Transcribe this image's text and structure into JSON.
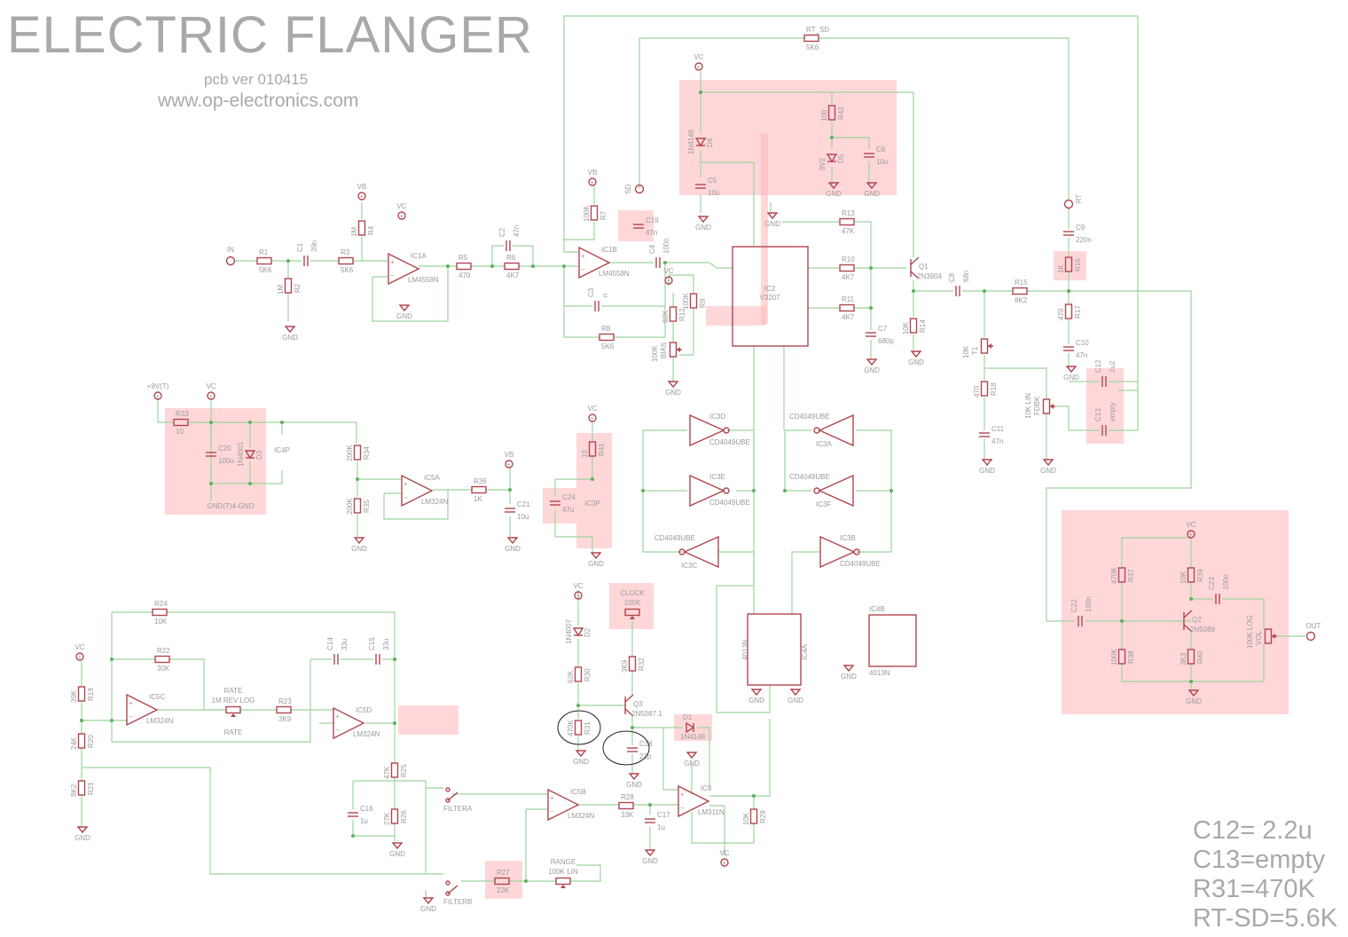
{
  "header": {
    "title": "ELECTRIC FLANGER",
    "pcb_version": "pcb ver 010415",
    "website": "www.op-electronics.com"
  },
  "notes": [
    "C12= 2.2u",
    "C13=empty",
    "R31=470K",
    "RT-SD=5.6K"
  ],
  "net_labels": {
    "gnd": "GND",
    "vc": "VC",
    "vb": "VB",
    "v9t": "+9V(T)",
    "gnd_t": "GND(T)4-GND"
  },
  "terminals": {
    "in": "IN",
    "sd": "SD",
    "rt": "RT",
    "out": "OUT"
  },
  "colors": {
    "wire": "#9ed49e",
    "component": "#b0464e",
    "highlight": "#ffb6b9",
    "text": "#9a9a9a"
  },
  "components": {
    "R1": {
      "ref": "R1",
      "value": "5K6"
    },
    "C1": {
      "ref": "C1",
      "value": "39n"
    },
    "R3": {
      "ref": "R3",
      "value": "5K6"
    },
    "R2": {
      "ref": "R2",
      "value": "1M"
    },
    "R4": {
      "ref": "R4",
      "value": "1M"
    },
    "IC1A": {
      "ref": "IC1A",
      "value": "LM4558N"
    },
    "R5": {
      "ref": "R5",
      "value": "470"
    },
    "R6": {
      "ref": "R6",
      "value": "4K7"
    },
    "C2": {
      "ref": "C2",
      "value": "47n"
    },
    "IC1B": {
      "ref": "IC1B",
      "value": "LM4558N"
    },
    "R7": {
      "ref": "R7",
      "value": "100K"
    },
    "C3": {
      "ref": "C3",
      "value": "n"
    },
    "R8": {
      "ref": "R8",
      "value": "5K6"
    },
    "C4": {
      "ref": "C4",
      "value": "100n"
    },
    "C19": {
      "ref": "C19",
      "value": "47n"
    },
    "D4": {
      "ref": "D4",
      "value": "1N4148"
    },
    "C5": {
      "ref": "C5",
      "value": "10u"
    },
    "R42": {
      "ref": "R42",
      "value": "100"
    },
    "D5": {
      "ref": "D5",
      "value": "8V2"
    },
    "C6": {
      "ref": "C6",
      "value": "10u"
    },
    "IC2": {
      "ref": "IC2",
      "value": "V3207"
    },
    "R13": {
      "ref": "R13",
      "value": "47K"
    },
    "R10": {
      "ref": "R10",
      "value": "4K7"
    },
    "R11": {
      "ref": "R11",
      "value": "4K7"
    },
    "C7": {
      "ref": "C7",
      "value": "680p"
    },
    "Q1": {
      "ref": "Q1",
      "value": "2N3904"
    },
    "R14": {
      "ref": "R14",
      "value": "10K"
    },
    "R12": {
      "ref": "R12",
      "value": "82K"
    },
    "R9": {
      "ref": "R9",
      "value": "100K"
    },
    "BIAS": {
      "ref": "BIAS",
      "value": "100K"
    },
    "C8": {
      "ref": "C8",
      "value": "68n"
    },
    "R15": {
      "ref": "R15",
      "value": "8K2"
    },
    "C9": {
      "ref": "C9",
      "value": "220n"
    },
    "R16": {
      "ref": "R16",
      "value": "1K"
    },
    "R17": {
      "ref": "R17",
      "value": "470"
    },
    "C10": {
      "ref": "C10",
      "value": "47n"
    },
    "T1": {
      "ref": "T1",
      "value": "10K"
    },
    "R18": {
      "ref": "R18",
      "value": "470"
    },
    "C11": {
      "ref": "C11",
      "value": "47n"
    },
    "FDBK": {
      "ref": "FDBK",
      "value": "10K LIN"
    },
    "C12": {
      "ref": "C12",
      "value": "2u2"
    },
    "C13": {
      "ref": "C13",
      "value": "empty"
    },
    "RT_SD": {
      "ref": "RT_SD",
      "value": "5K6"
    },
    "C22": {
      "ref": "C22",
      "value": "100n"
    },
    "R37": {
      "ref": "R37",
      "value": "470K"
    },
    "R38": {
      "ref": "R38",
      "value": "100K"
    },
    "R39": {
      "ref": "R39",
      "value": "10K"
    },
    "R40": {
      "ref": "R40",
      "value": "3K3"
    },
    "Q2": {
      "ref": "Q2",
      "value": "2N5088"
    },
    "C23": {
      "ref": "C23",
      "value": "100n"
    },
    "VOL": {
      "ref": "VOL",
      "value": "100K LOG"
    },
    "R33": {
      "ref": "R33",
      "value": "10"
    },
    "C20": {
      "ref": "C20",
      "value": "100u"
    },
    "D3": {
      "ref": "D3",
      "value": "1N4001"
    },
    "IC4P": {
      "ref": "IC4P",
      "value": ""
    },
    "R34": {
      "ref": "R34",
      "value": "200K"
    },
    "R35": {
      "ref": "R35",
      "value": "200K"
    },
    "IC5A": {
      "ref": "IC5A",
      "value": "LM324N"
    },
    "R36": {
      "ref": "R36",
      "value": "1K"
    },
    "C21": {
      "ref": "C21",
      "value": "10u"
    },
    "C24": {
      "ref": "C24",
      "value": "47u"
    },
    "R41": {
      "ref": "R41",
      "value": "10"
    },
    "IC3P": {
      "ref": "IC3P",
      "value": ""
    },
    "IC3D": {
      "ref": "IC3D",
      "value": "CD4049UBE"
    },
    "IC3A": {
      "ref": "IC3A",
      "value": "CD4049UBE"
    },
    "IC3E": {
      "ref": "IC3E",
      "value": "CD4049UBE"
    },
    "IC3F": {
      "ref": "IC3F",
      "value": "CD4049UBE"
    },
    "IC3C": {
      "ref": "IC3C",
      "value": "CD4049UBE"
    },
    "IC3B": {
      "ref": "IC3B",
      "value": "CD4049UBE"
    },
    "IC4A": {
      "ref": "IC4A",
      "value": "4013N"
    },
    "IC4B": {
      "ref": "IC4B",
      "value": "4013N"
    },
    "CLOCK": {
      "ref": "CLOCK",
      "value": "100K"
    },
    "D2": {
      "ref": "D2",
      "value": "1N4007"
    },
    "R30": {
      "ref": "R30",
      "value": "62K"
    },
    "R32": {
      "ref": "R32",
      "value": "3K9"
    },
    "Q3": {
      "ref": "Q3",
      "value": "2N5087.1"
    },
    "R31": {
      "ref": "R31",
      "value": "470K"
    },
    "C18": {
      "ref": "C18",
      "value": "22p"
    },
    "D1": {
      "ref": "D1",
      "value": "1N4148"
    },
    "IC6": {
      "ref": "IC6",
      "value": "LM311N"
    },
    "R29": {
      "ref": "R29",
      "value": "10K"
    },
    "R28": {
      "ref": "R28",
      "value": "33K"
    },
    "C17": {
      "ref": "C17",
      "value": "1u"
    },
    "IC5B": {
      "ref": "IC5B",
      "value": "LM324N"
    },
    "FILTERA": {
      "ref": "FILTERA",
      "value": ""
    },
    "FILTERB": {
      "ref": "FILTERB",
      "value": ""
    },
    "R27": {
      "ref": "R27",
      "value": "22K"
    },
    "RANGE": {
      "ref": "RANGE",
      "value": "100K LIN"
    },
    "R25": {
      "ref": "R25",
      "value": "47K"
    },
    "R26": {
      "ref": "R26",
      "value": "27K"
    },
    "C16": {
      "ref": "C16",
      "value": "1u"
    },
    "R24": {
      "ref": "R24",
      "value": "10K"
    },
    "R22": {
      "ref": "R22",
      "value": "30K"
    },
    "IC5C": {
      "ref": "IC5C",
      "value": "LM324N"
    },
    "RATE": {
      "ref": "RATE",
      "value": "1M REV LOG"
    },
    "R23": {
      "ref": "R23",
      "value": "3K9"
    },
    "IC5D": {
      "ref": "IC5D",
      "value": "LM324N"
    },
    "C14": {
      "ref": "C14",
      "value": "33u"
    },
    "C15": {
      "ref": "C15",
      "value": "33u"
    },
    "R19": {
      "ref": "R19",
      "value": "39K"
    },
    "R20": {
      "ref": "R20",
      "value": "24K"
    },
    "R21": {
      "ref": "R21",
      "value": "8K2"
    }
  },
  "extra_labels": {
    "rate": "RATE"
  }
}
